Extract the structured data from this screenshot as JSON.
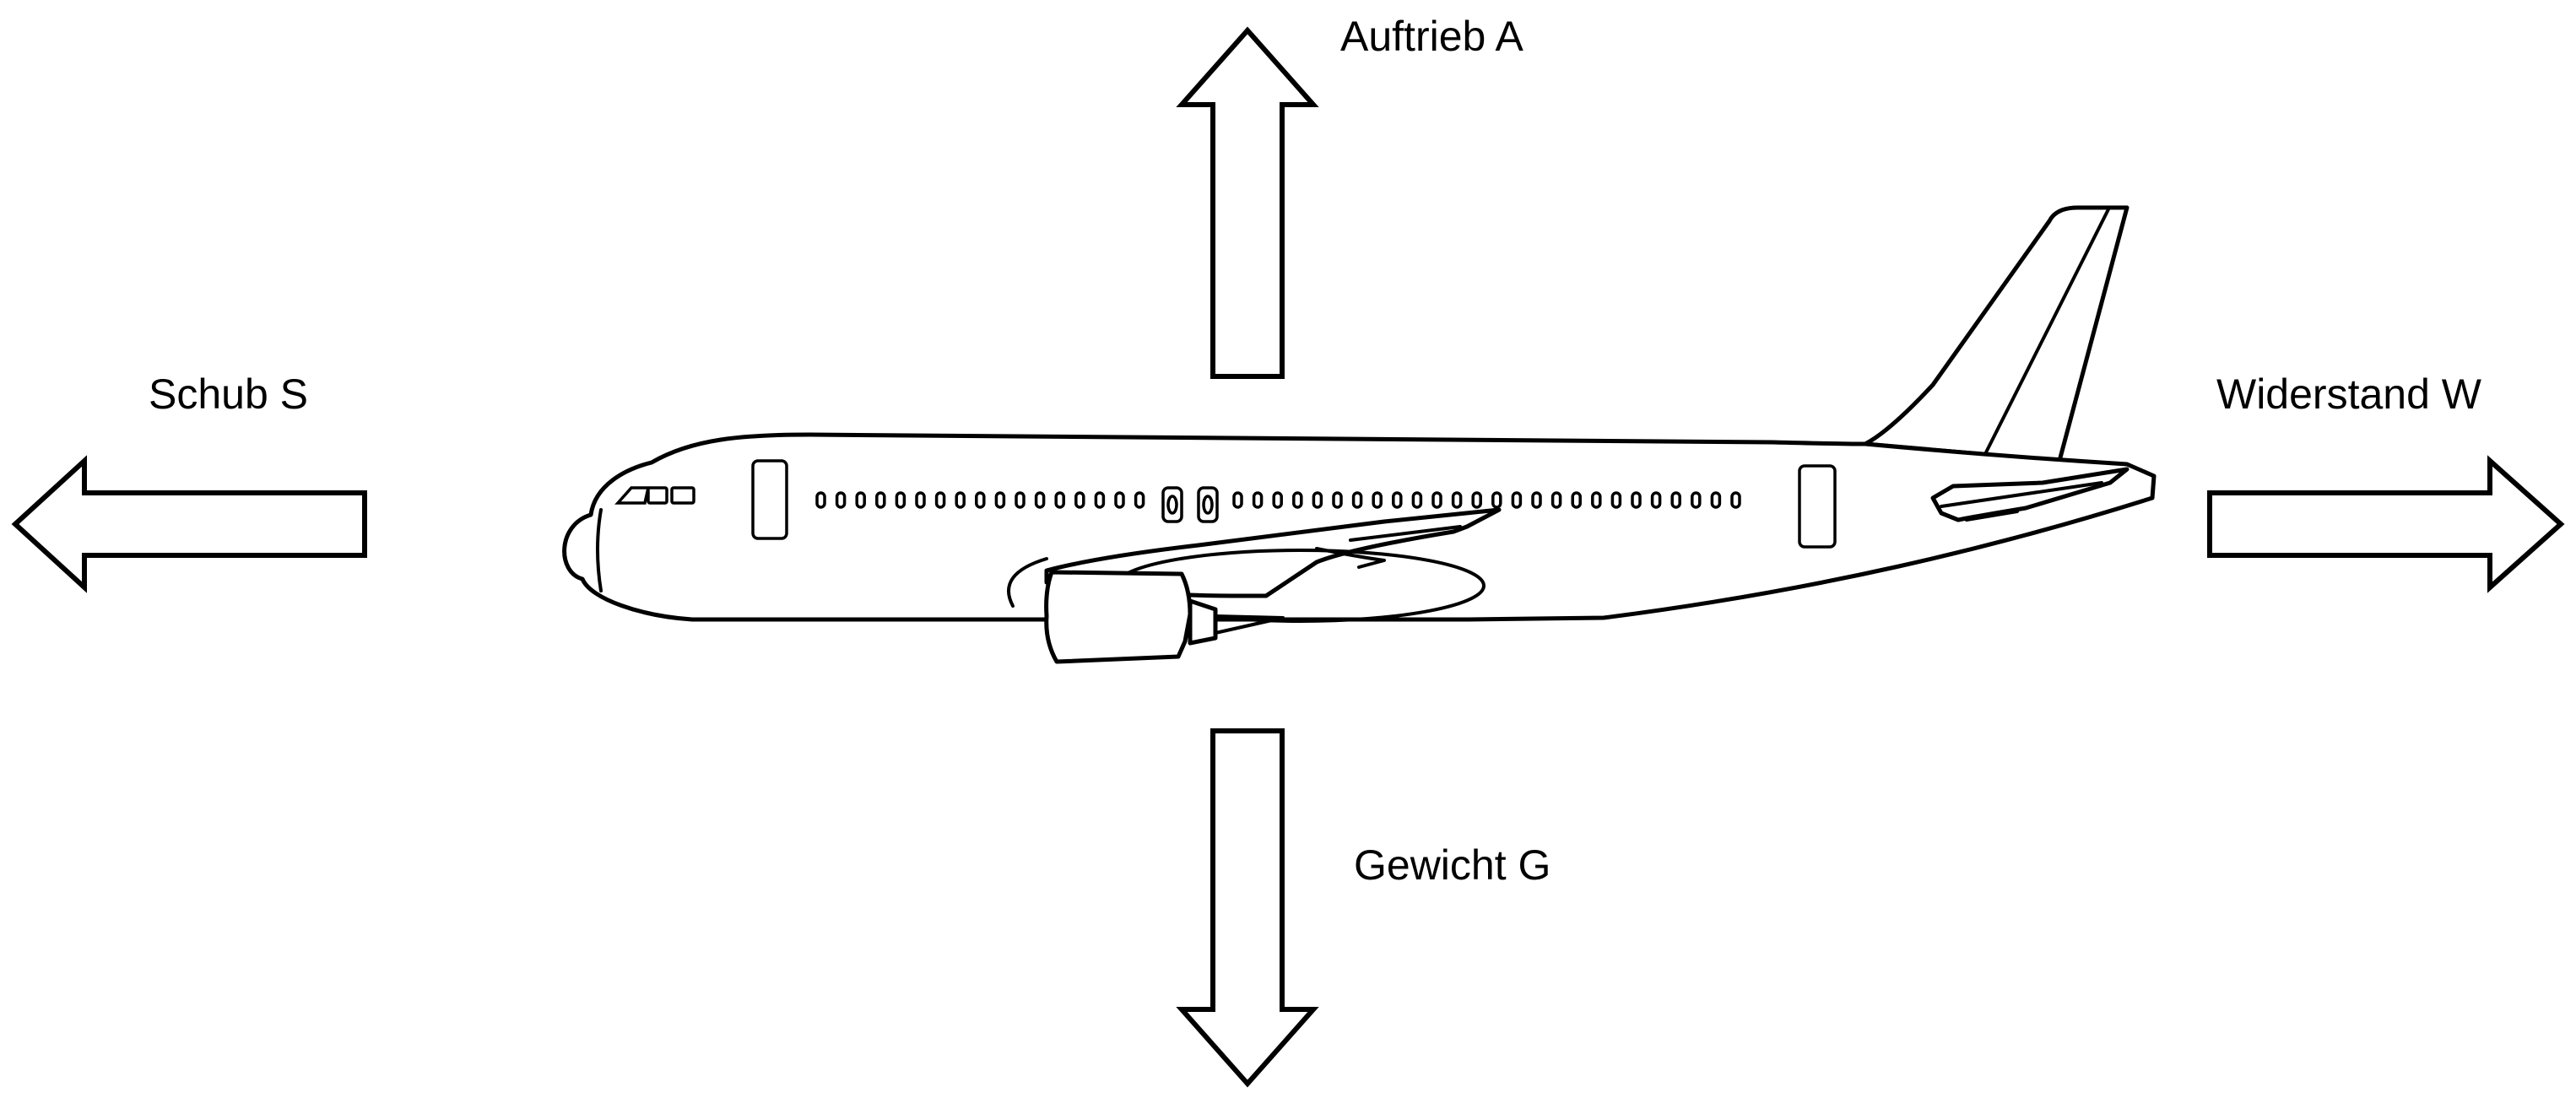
{
  "forces": {
    "lift": {
      "label": "Auftrieb A"
    },
    "thrust": {
      "label": "Schub S"
    },
    "drag": {
      "label": "Widerstand W"
    },
    "weight": {
      "label": "Gewicht G"
    }
  }
}
